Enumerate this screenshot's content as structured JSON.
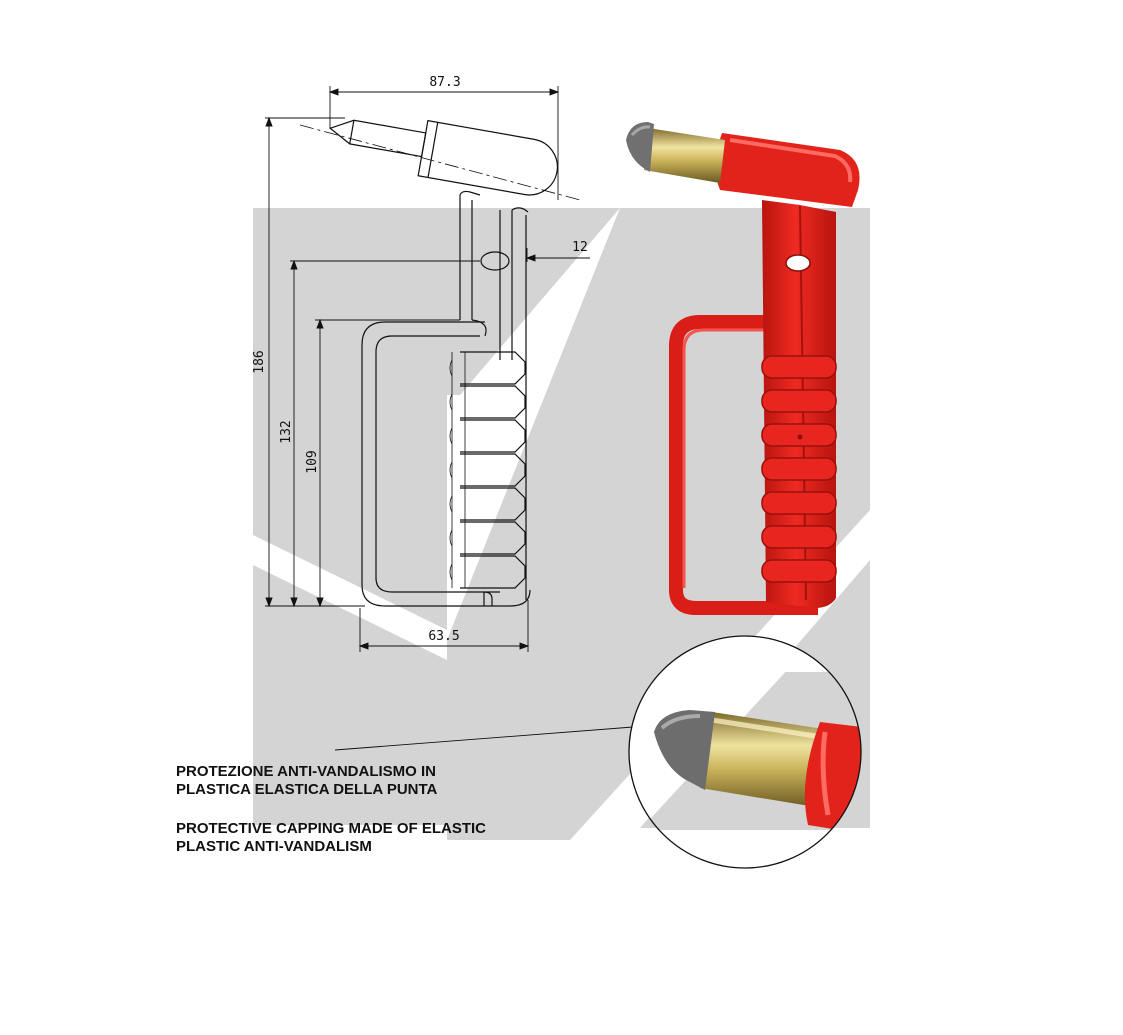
{
  "drawing": {
    "dimensions": {
      "overall_width": "87.3",
      "pin_offset": "12",
      "overall_height": "186",
      "hole_to_bottom": "132",
      "handle_height": "109",
      "handle_width": "63.5"
    }
  },
  "captions": {
    "italian": [
      "PROTEZIONE ANTI-VANDALISMO IN",
      "PLASTICA ELASTICA DELLA PUNTA"
    ],
    "english": [
      "PROTECTIVE CAPPING MADE OF ELASTIC",
      "PLASTIC ANTI-VANDALISM"
    ]
  },
  "colors": {
    "watermark": "#d4d4d4",
    "product_red": "#e2231c",
    "product_red_dark": "#a5120d",
    "metal_gold": "#c9b25a",
    "tip_gray": "#6d6d6d",
    "line": "#111111"
  }
}
